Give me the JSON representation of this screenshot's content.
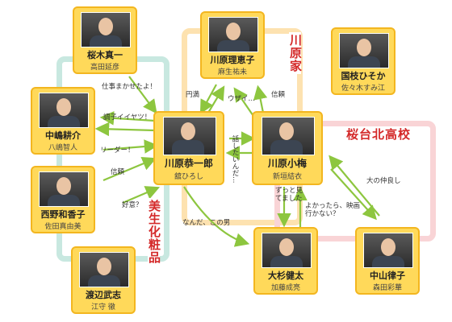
{
  "groups": {
    "bisei": "美生化粧品",
    "kawa": "川原家",
    "sakura": "桜台北高校"
  },
  "people": {
    "sakuragi": {
      "role": "桜木真一",
      "actor": "高田延彦"
    },
    "nakajima": {
      "role": "中嶋耕介",
      "actor": "八嶋智人"
    },
    "nishino": {
      "role": "西野和香子",
      "actor": "佐田真由美"
    },
    "watanabe": {
      "role": "渡辺武志",
      "actor": "江守 徹"
    },
    "riekoko": {
      "role": "川原理恵子",
      "actor": "麻生祐未"
    },
    "kyoichiro": {
      "role": "川原恭一郎",
      "actor": "舘ひろし"
    },
    "koume": {
      "role": "川原小梅",
      "actor": "新垣結衣"
    },
    "hisoka": {
      "role": "国枝ひそか",
      "actor": "佐々木すみ江"
    },
    "osugi": {
      "role": "大杉健太",
      "actor": "加藤成亮"
    },
    "nakayama": {
      "role": "中山律子",
      "actor": "森田彩華"
    }
  },
  "relations": {
    "r1": "仕事まかせたよ！",
    "r2": "調子イイヤツ！",
    "r3": "リーダー！",
    "r4": "信頼",
    "r5": "好意？",
    "r6": "円満",
    "r7": "ウザイ…",
    "r8": "信頼",
    "r9": "話したいんだ…",
    "r10": "なんだ、この男",
    "r11": "ずっと見てました",
    "r12": "よかったら、映画行かない？",
    "r13": "大の仲良し"
  }
}
